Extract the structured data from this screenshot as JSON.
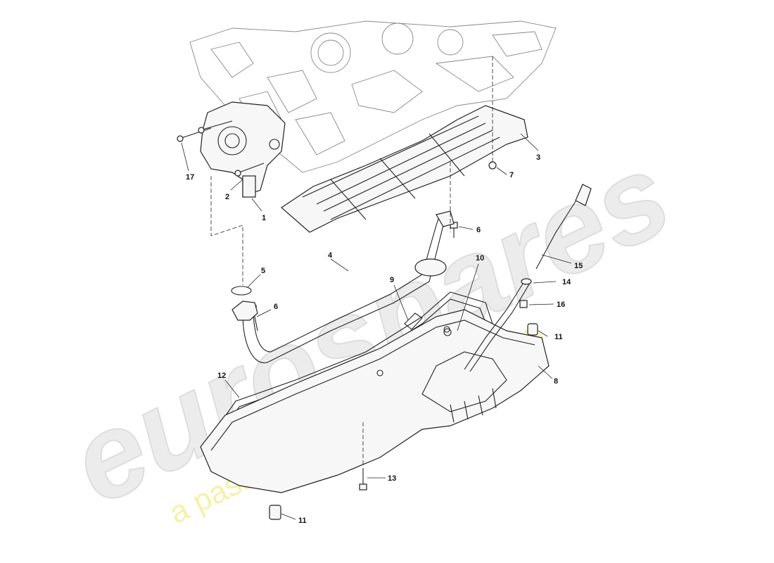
{
  "watermark": {
    "brand": "eurospares",
    "tagline": "a passion for parts since 1985"
  },
  "callouts": {
    "c1": "1",
    "c2": "2",
    "c3": "3",
    "c4": "4",
    "c5": "5",
    "c6a": "6",
    "c6b": "6",
    "c7": "7",
    "c8": "8",
    "c9": "9",
    "c10": "10",
    "c11a": "11",
    "c11b": "11",
    "c12": "12",
    "c13": "13",
    "c14": "14",
    "c15": "15",
    "c16": "16",
    "c17": "17"
  }
}
